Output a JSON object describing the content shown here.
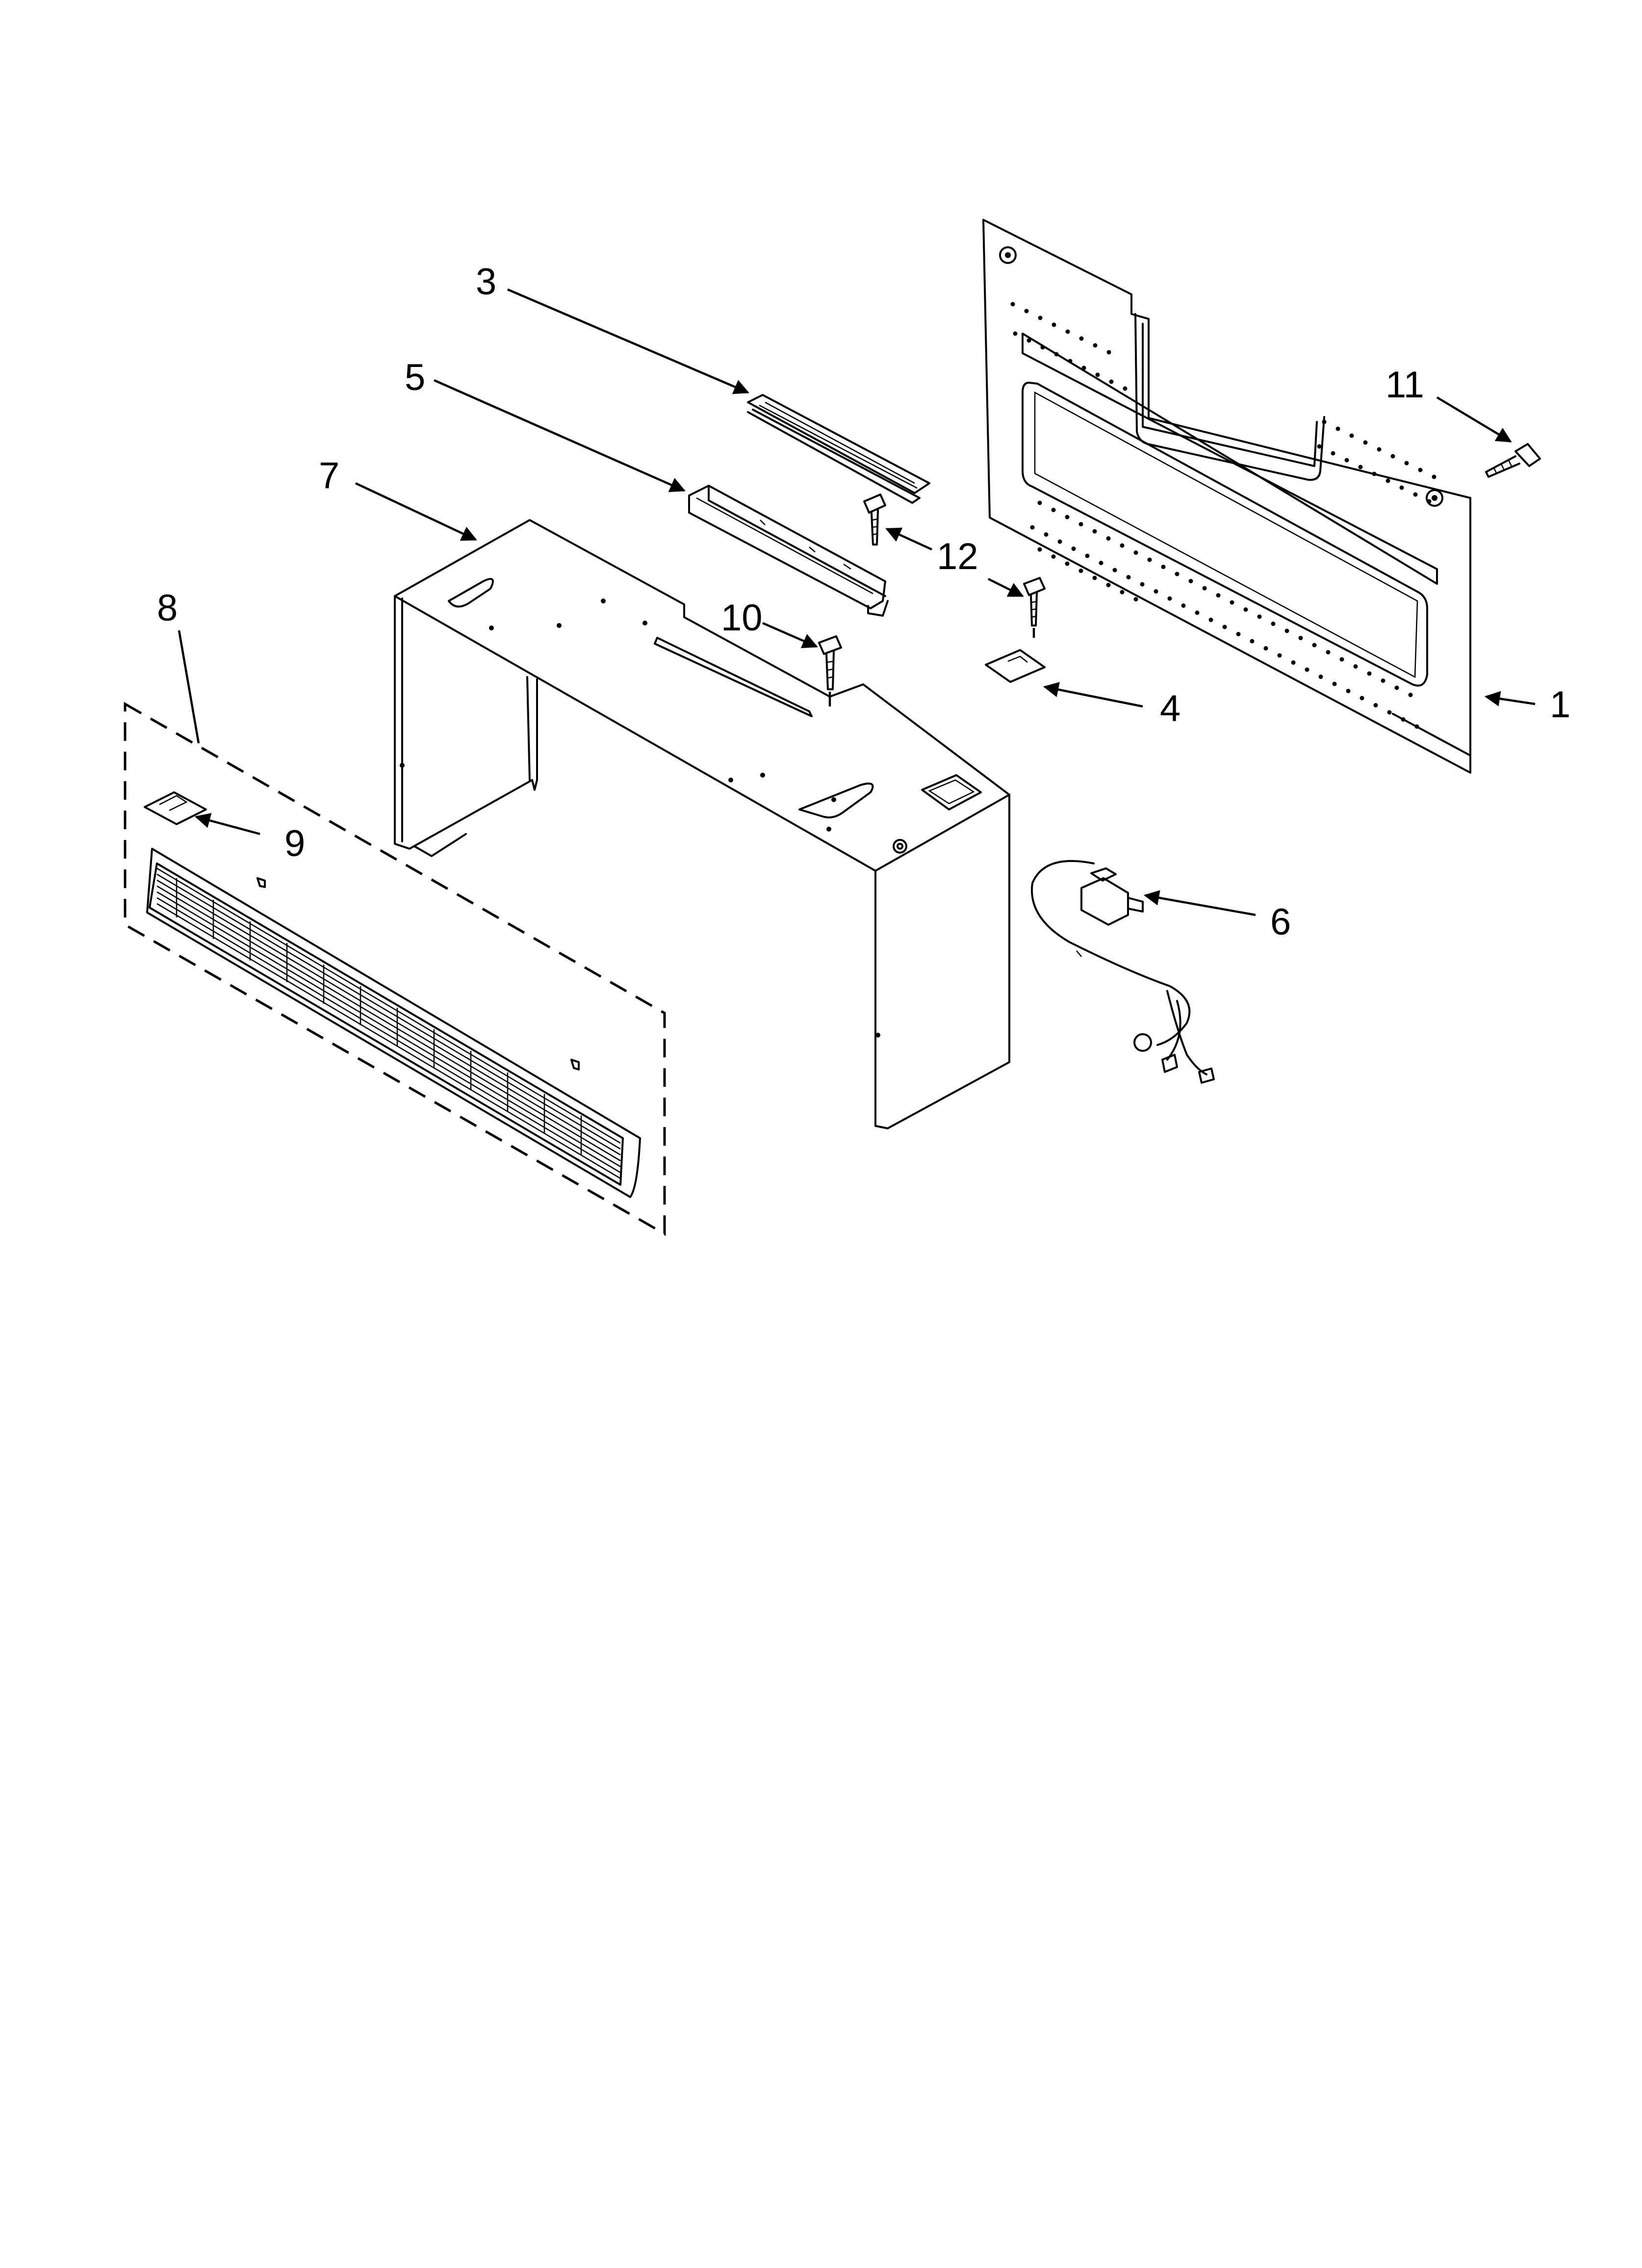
{
  "callouts": [
    {
      "id": "1",
      "label": "1"
    },
    {
      "id": "3",
      "label": "3"
    },
    {
      "id": "4",
      "label": "4"
    },
    {
      "id": "5",
      "label": "5"
    },
    {
      "id": "6",
      "label": "6"
    },
    {
      "id": "7",
      "label": "7"
    },
    {
      "id": "8",
      "label": "8"
    },
    {
      "id": "9",
      "label": "9"
    },
    {
      "id": "10",
      "label": "10"
    },
    {
      "id": "11",
      "label": "11"
    },
    {
      "id": "12",
      "label": "12"
    }
  ],
  "colors": {
    "ink": "#000000",
    "paper": "#ffffff"
  }
}
